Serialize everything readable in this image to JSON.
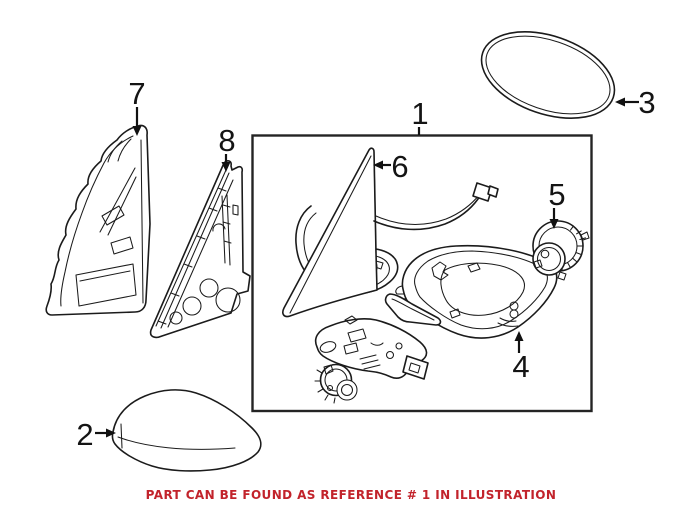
{
  "page": {
    "background": "#ffffff",
    "ink_color": "#1b1b1b"
  },
  "callouts": {
    "ref1": "1",
    "ref2": "2",
    "ref3": "3",
    "ref4": "4",
    "ref5": "5",
    "ref6": "6",
    "ref7": "7",
    "ref8": "8"
  },
  "caption": {
    "text": "PART CAN BE FOUND AS REFERENCE # 1 IN ILLUSTRATION",
    "color": "#c2232b"
  }
}
